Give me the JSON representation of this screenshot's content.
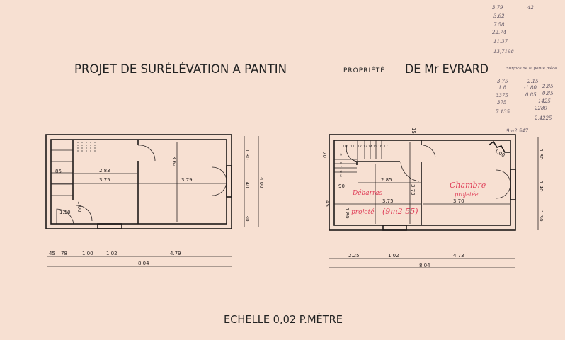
{
  "title": {
    "main": "PROJET DE SURÉLÉVATION A PANTIN",
    "owner_prefix": "PROPRIÉTÉ",
    "owner": "DE Mr EVRARD"
  },
  "scale": "ECHELLE 0,02 P.MÈTRE",
  "notes": {
    "top_calc": [
      "3.79",
      "3.62",
      "7.58",
      "22.74",
      "11.37",
      "13,7198"
    ],
    "surface_label": "Surface de la petite pièce",
    "calc_left": [
      "3.75",
      "1.8",
      "3375",
      "375",
      "7.135"
    ],
    "calc_right": [
      "2.15",
      "-1.80",
      "2.85",
      "0.85",
      "0.85",
      "1425",
      "2280",
      "2,4225"
    ],
    "total": "9m2 547",
    "corner_mark": "42"
  },
  "left_plan": {
    "dims_bottom": [
      "45",
      "78",
      "1.00",
      "1.02",
      "4.79"
    ],
    "total_width": "8.04",
    "dims_right": [
      "1.30",
      "1.40",
      "1.30"
    ],
    "total_height": "4.00",
    "interior": [
      "2.83",
      "3.75",
      "3.62",
      "3.79",
      "85",
      "1.10",
      "1.00"
    ]
  },
  "right_plan": {
    "dims_bottom": [
      "2.25",
      "1.02",
      "4.73"
    ],
    "total_width": "8.04",
    "dims_right": [
      "1.30",
      "1.40",
      "1.30"
    ],
    "interior": [
      "2.85",
      "3.75",
      "3.73",
      "3.70",
      "1.80",
      "90",
      "15",
      "1.00",
      "70",
      "45"
    ],
    "stair_numbers": [
      "10",
      "11",
      "12",
      "13",
      "14",
      "15",
      "16",
      "17",
      "9",
      "8",
      "7",
      "6",
      "5"
    ],
    "room_left_label": [
      "Débarras",
      "projeté",
      "(9m2 55)"
    ],
    "room_right_label": [
      "Chambre",
      "projetée"
    ]
  }
}
